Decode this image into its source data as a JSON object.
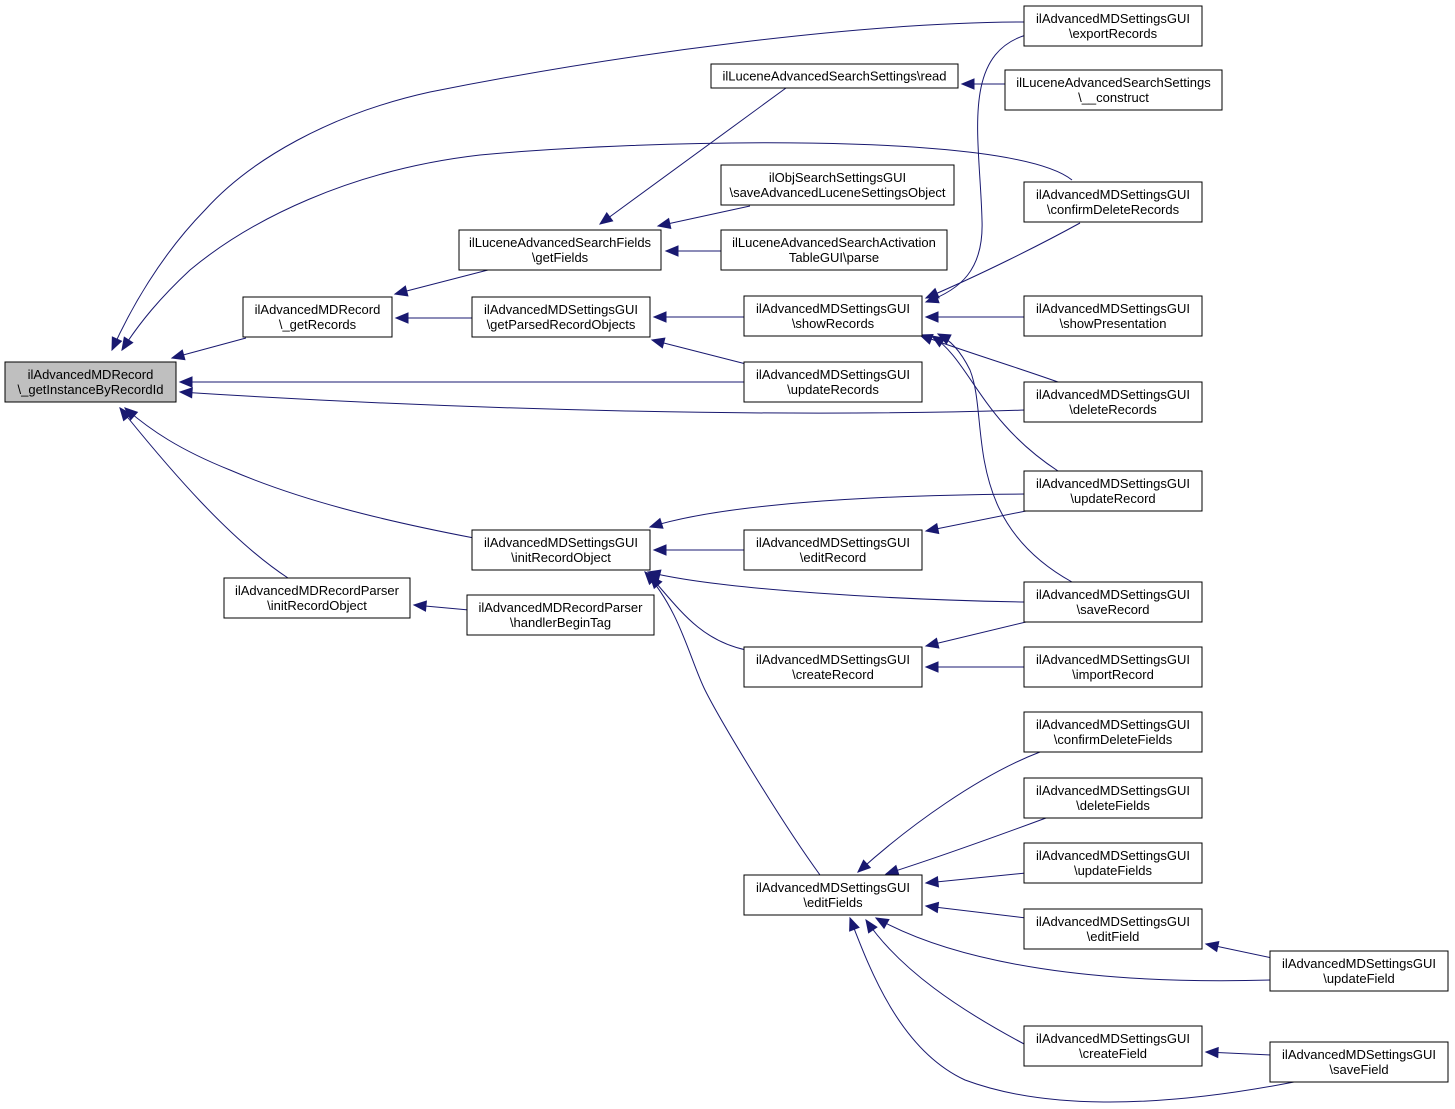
{
  "graph": {
    "kind": "doxygen-caller-graph",
    "colors": {
      "edge": "#191970",
      "root_fill": "#bfbfbf",
      "node_fill": "#ffffff",
      "border": "#000000"
    },
    "nodes": [
      {
        "id": "root",
        "lines": [
          "ilAdvancedMDRecord",
          "\\_getInstanceByRecordId"
        ],
        "root": true
      },
      {
        "id": "getRecords",
        "lines": [
          "ilAdvancedMDRecord",
          "\\_getRecords"
        ]
      },
      {
        "id": "fieldsGet",
        "lines": [
          "ilLuceneAdvancedSearchFields",
          "\\getFields"
        ]
      },
      {
        "id": "luceneRead",
        "lines": [
          "ilLuceneAdvancedSearchSettings\\read"
        ]
      },
      {
        "id": "luceneConstruct",
        "lines": [
          "ilLuceneAdvancedSearchSettings",
          "\\__construct"
        ]
      },
      {
        "id": "objSearchSave",
        "lines": [
          "ilObjSearchSettingsGUI",
          "\\saveAdvancedLuceneSettingsObject"
        ]
      },
      {
        "id": "activationParse",
        "lines": [
          "ilLuceneAdvancedSearchActivation",
          "TableGUI\\parse"
        ]
      },
      {
        "id": "getParsed",
        "lines": [
          "ilAdvancedMDSettingsGUI",
          "\\getParsedRecordObjects"
        ]
      },
      {
        "id": "showRecords",
        "lines": [
          "ilAdvancedMDSettingsGUI",
          "\\showRecords"
        ]
      },
      {
        "id": "exportRecords",
        "lines": [
          "ilAdvancedMDSettingsGUI",
          "\\exportRecords"
        ]
      },
      {
        "id": "confirmDeleteRecords",
        "lines": [
          "ilAdvancedMDSettingsGUI",
          "\\confirmDeleteRecords"
        ]
      },
      {
        "id": "showPresentation",
        "lines": [
          "ilAdvancedMDSettingsGUI",
          "\\showPresentation"
        ]
      },
      {
        "id": "updateRecords",
        "lines": [
          "ilAdvancedMDSettingsGUI",
          "\\updateRecords"
        ]
      },
      {
        "id": "deleteRecords",
        "lines": [
          "ilAdvancedMDSettingsGUI",
          "\\deleteRecords"
        ]
      },
      {
        "id": "updateRecord",
        "lines": [
          "ilAdvancedMDSettingsGUI",
          "\\updateRecord"
        ]
      },
      {
        "id": "initRecordObject",
        "lines": [
          "ilAdvancedMDSettingsGUI",
          "\\initRecordObject"
        ]
      },
      {
        "id": "editRecord",
        "lines": [
          "ilAdvancedMDSettingsGUI",
          "\\editRecord"
        ]
      },
      {
        "id": "saveRecord",
        "lines": [
          "ilAdvancedMDSettingsGUI",
          "\\saveRecord"
        ]
      },
      {
        "id": "parserInit",
        "lines": [
          "ilAdvancedMDRecordParser",
          "\\initRecordObject"
        ]
      },
      {
        "id": "parserBegin",
        "lines": [
          "ilAdvancedMDRecordParser",
          "\\handlerBeginTag"
        ]
      },
      {
        "id": "createRecord",
        "lines": [
          "ilAdvancedMDSettingsGUI",
          "\\createRecord"
        ]
      },
      {
        "id": "importRecord",
        "lines": [
          "ilAdvancedMDSettingsGUI",
          "\\importRecord"
        ]
      },
      {
        "id": "confirmDeleteFields",
        "lines": [
          "ilAdvancedMDSettingsGUI",
          "\\confirmDeleteFields"
        ]
      },
      {
        "id": "deleteFields",
        "lines": [
          "ilAdvancedMDSettingsGUI",
          "\\deleteFields"
        ]
      },
      {
        "id": "updateFields",
        "lines": [
          "ilAdvancedMDSettingsGUI",
          "\\updateFields"
        ]
      },
      {
        "id": "editFields",
        "lines": [
          "ilAdvancedMDSettingsGUI",
          "\\editFields"
        ]
      },
      {
        "id": "editField",
        "lines": [
          "ilAdvancedMDSettingsGUI",
          "\\editField"
        ]
      },
      {
        "id": "updateField",
        "lines": [
          "ilAdvancedMDSettingsGUI",
          "\\updateField"
        ]
      },
      {
        "id": "createField",
        "lines": [
          "ilAdvancedMDSettingsGUI",
          "\\createField"
        ]
      },
      {
        "id": "saveField",
        "lines": [
          "ilAdvancedMDSettingsGUI",
          "\\saveField"
        ]
      }
    ],
    "edges": [
      {
        "from": "getRecords",
        "to": "root"
      },
      {
        "from": "exportRecords",
        "to": "root"
      },
      {
        "from": "confirmDeleteRecords",
        "to": "root"
      },
      {
        "from": "updateRecords",
        "to": "root"
      },
      {
        "from": "deleteRecords",
        "to": "root"
      },
      {
        "from": "initRecordObject",
        "to": "root"
      },
      {
        "from": "parserInit",
        "to": "root"
      },
      {
        "from": "fieldsGet",
        "to": "getRecords"
      },
      {
        "from": "getParsed",
        "to": "getRecords"
      },
      {
        "from": "luceneRead",
        "to": "fieldsGet"
      },
      {
        "from": "objSearchSave",
        "to": "fieldsGet"
      },
      {
        "from": "activationParse",
        "to": "fieldsGet"
      },
      {
        "from": "luceneConstruct",
        "to": "luceneRead"
      },
      {
        "from": "showRecords",
        "to": "getParsed"
      },
      {
        "from": "updateRecords",
        "to": "getParsed"
      },
      {
        "from": "exportRecords",
        "to": "showRecords"
      },
      {
        "from": "confirmDeleteRecords",
        "to": "showRecords"
      },
      {
        "from": "showPresentation",
        "to": "showRecords"
      },
      {
        "from": "deleteRecords",
        "to": "showRecords"
      },
      {
        "from": "updateRecord",
        "to": "showRecords"
      },
      {
        "from": "saveRecord",
        "to": "showRecords"
      },
      {
        "from": "updateRecord",
        "to": "initRecordObject"
      },
      {
        "from": "editRecord",
        "to": "initRecordObject"
      },
      {
        "from": "saveRecord",
        "to": "initRecordObject"
      },
      {
        "from": "createRecord",
        "to": "initRecordObject"
      },
      {
        "from": "editFields",
        "to": "initRecordObject"
      },
      {
        "from": "updateRecord",
        "to": "editRecord"
      },
      {
        "from": "saveRecord",
        "to": "createRecord"
      },
      {
        "from": "importRecord",
        "to": "createRecord"
      },
      {
        "from": "parserBegin",
        "to": "parserInit"
      },
      {
        "from": "confirmDeleteFields",
        "to": "editFields"
      },
      {
        "from": "deleteFields",
        "to": "editFields"
      },
      {
        "from": "updateFields",
        "to": "editFields"
      },
      {
        "from": "editField",
        "to": "editFields"
      },
      {
        "from": "updateField",
        "to": "editFields"
      },
      {
        "from": "createField",
        "to": "editFields"
      },
      {
        "from": "saveField",
        "to": "editFields"
      },
      {
        "from": "updateField",
        "to": "editField"
      },
      {
        "from": "saveField",
        "to": "createField"
      }
    ]
  }
}
